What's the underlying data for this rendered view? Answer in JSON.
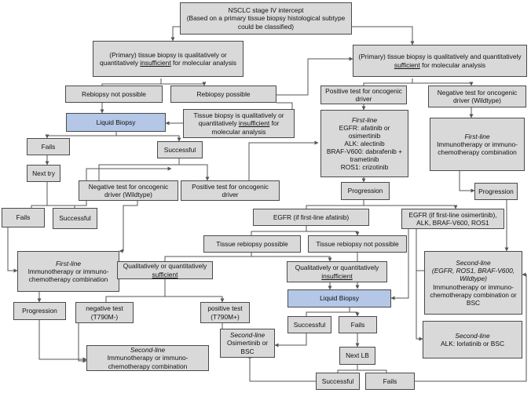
{
  "nodes": {
    "intercept": "NSCLC stage IV intercept\n(Based on a primary tissue biopsy histological subtype could be classified)",
    "insufficient_primary": "(Primary) tissue biopsy is qualitatively or quantitatively [u]insufficient[/u] for molecular analysis",
    "sufficient_primary": "(Primary) tissue biopsy is qualitatively and quantitatively [u]sufficient[/u] for molecular analysis",
    "rebiopsy_not_possible": "Rebiopsy not possible",
    "rebiopsy_possible": "Rebiopsy possible",
    "liquid_biopsy_1": "Liquid Biopsy",
    "tissue_insufficient_2": "Tissue biopsy is qualitatively or quantitatively [u]insufficient[/u] for molecular analysis",
    "positive_oncogenic_1": "Positive test for oncogenic driver",
    "negative_oncogenic_wt_1": "Negative test for oncogenic driver (Wildtype)",
    "fails_1": "Fails",
    "successful_1": "Successful",
    "next_try": "Next try",
    "fails_2": "Fails",
    "successful_2": "Successful",
    "negative_oncogenic_wt_2": "Negative test for oncogenic driver (Wildtype)",
    "positive_oncogenic_2": "Positive test for oncogenic driver",
    "first_line_targeted": "[i]First-line[/i]\nEGFR: afatinib or osimertinib\nALK: alectinib\nBRAF-V600: dabrafenib + trametinib\nROS1: crizotinib",
    "first_line_immuno_right": "[i]First-line[/i]\nImmunotherapy or immuno-chemotherapy combination",
    "first_line_immuno_left": "[i]First-line[/i]\nImmunotherapy or immuno-chemotherapy combination",
    "progression_1": "Progression",
    "progression_2": "Progression",
    "progression_3": "Progression",
    "egfr_afatinib": "EGFR (if first-line afatinib)",
    "egfr_osimertinib": "EGFR (if first-line osimertinib), ALK, BRAF-V600, ROS1",
    "tissue_rebiopsy_possible": "Tissue rebiopsy possible",
    "tissue_rebiopsy_not_possible": "Tissue rebiopsy not possible",
    "qual_sufficient": "Qualitatively or quantitatively [u]sufficient[/u]",
    "qual_insufficient": "Qualitatively or quantitatively [u]insufficient[/u]",
    "negative_t790m": "negative test (T790M-)",
    "positive_t790m": "positive test (T790M+)",
    "liquid_biopsy_2": "Liquid Biopsy",
    "successful_3": "Successful",
    "fails_3": "Fails",
    "next_lb": "Next LB",
    "successful_4": "Successful",
    "fails_4": "Fails",
    "second_line_osimertinib": "[i]Second-line[/i]\nOsimertinib or BSC",
    "second_line_immuno": "[i]Second-line[/i]\nImmunotherapy or immuno-chemotherapy combination",
    "second_line_wildtype": "[i]Second-line[/i]\n[i](EGFR, ROS1, BRAF-V600, Wildtype)[/i]\nImmunotherapy or immuno-chemotherapy combination or BSC",
    "second_line_alk": "[i]Second-line[/i]\nALK: lorlatinib or BSC"
  },
  "colors": {
    "box": "#d9d9d9",
    "liquid_biopsy": "#b4c7e7",
    "border": "#4a4a4a",
    "line": "#555555"
  }
}
